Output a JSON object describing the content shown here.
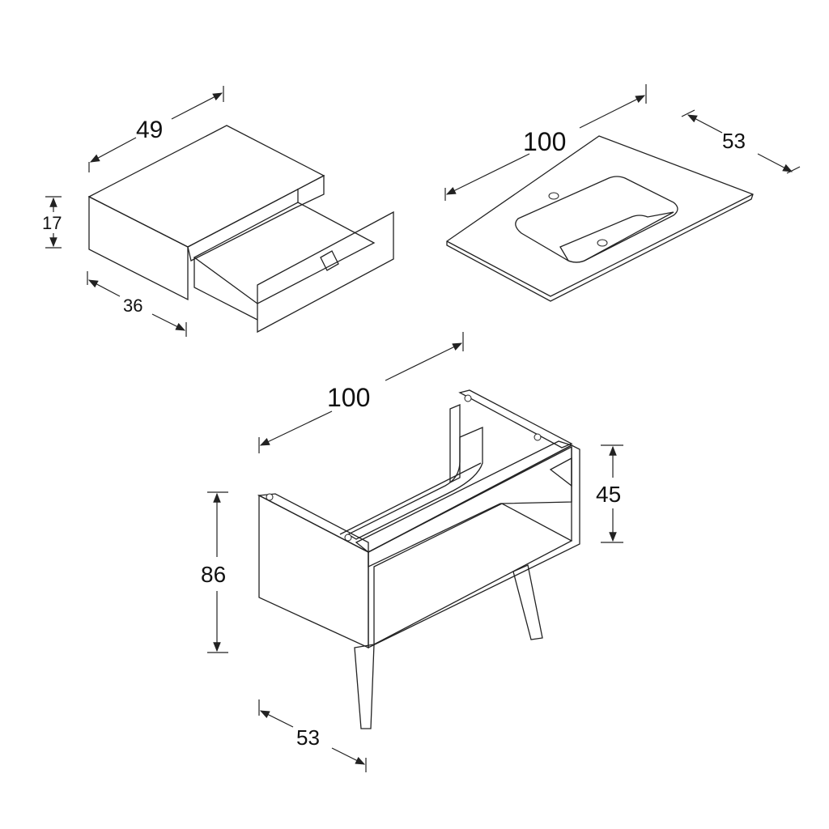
{
  "drawer_unit": {
    "width_label": "49",
    "height_label": "17",
    "depth_label": "36"
  },
  "washbasin_top": {
    "width_label": "100",
    "depth_label": "53"
  },
  "cabinet": {
    "width_label": "100",
    "height_label": "86",
    "body_height_label": "45",
    "depth_label": "53"
  },
  "colors": {
    "line": "#222222",
    "surface": "#e4e4e4",
    "shade": "#cfcfcf"
  }
}
